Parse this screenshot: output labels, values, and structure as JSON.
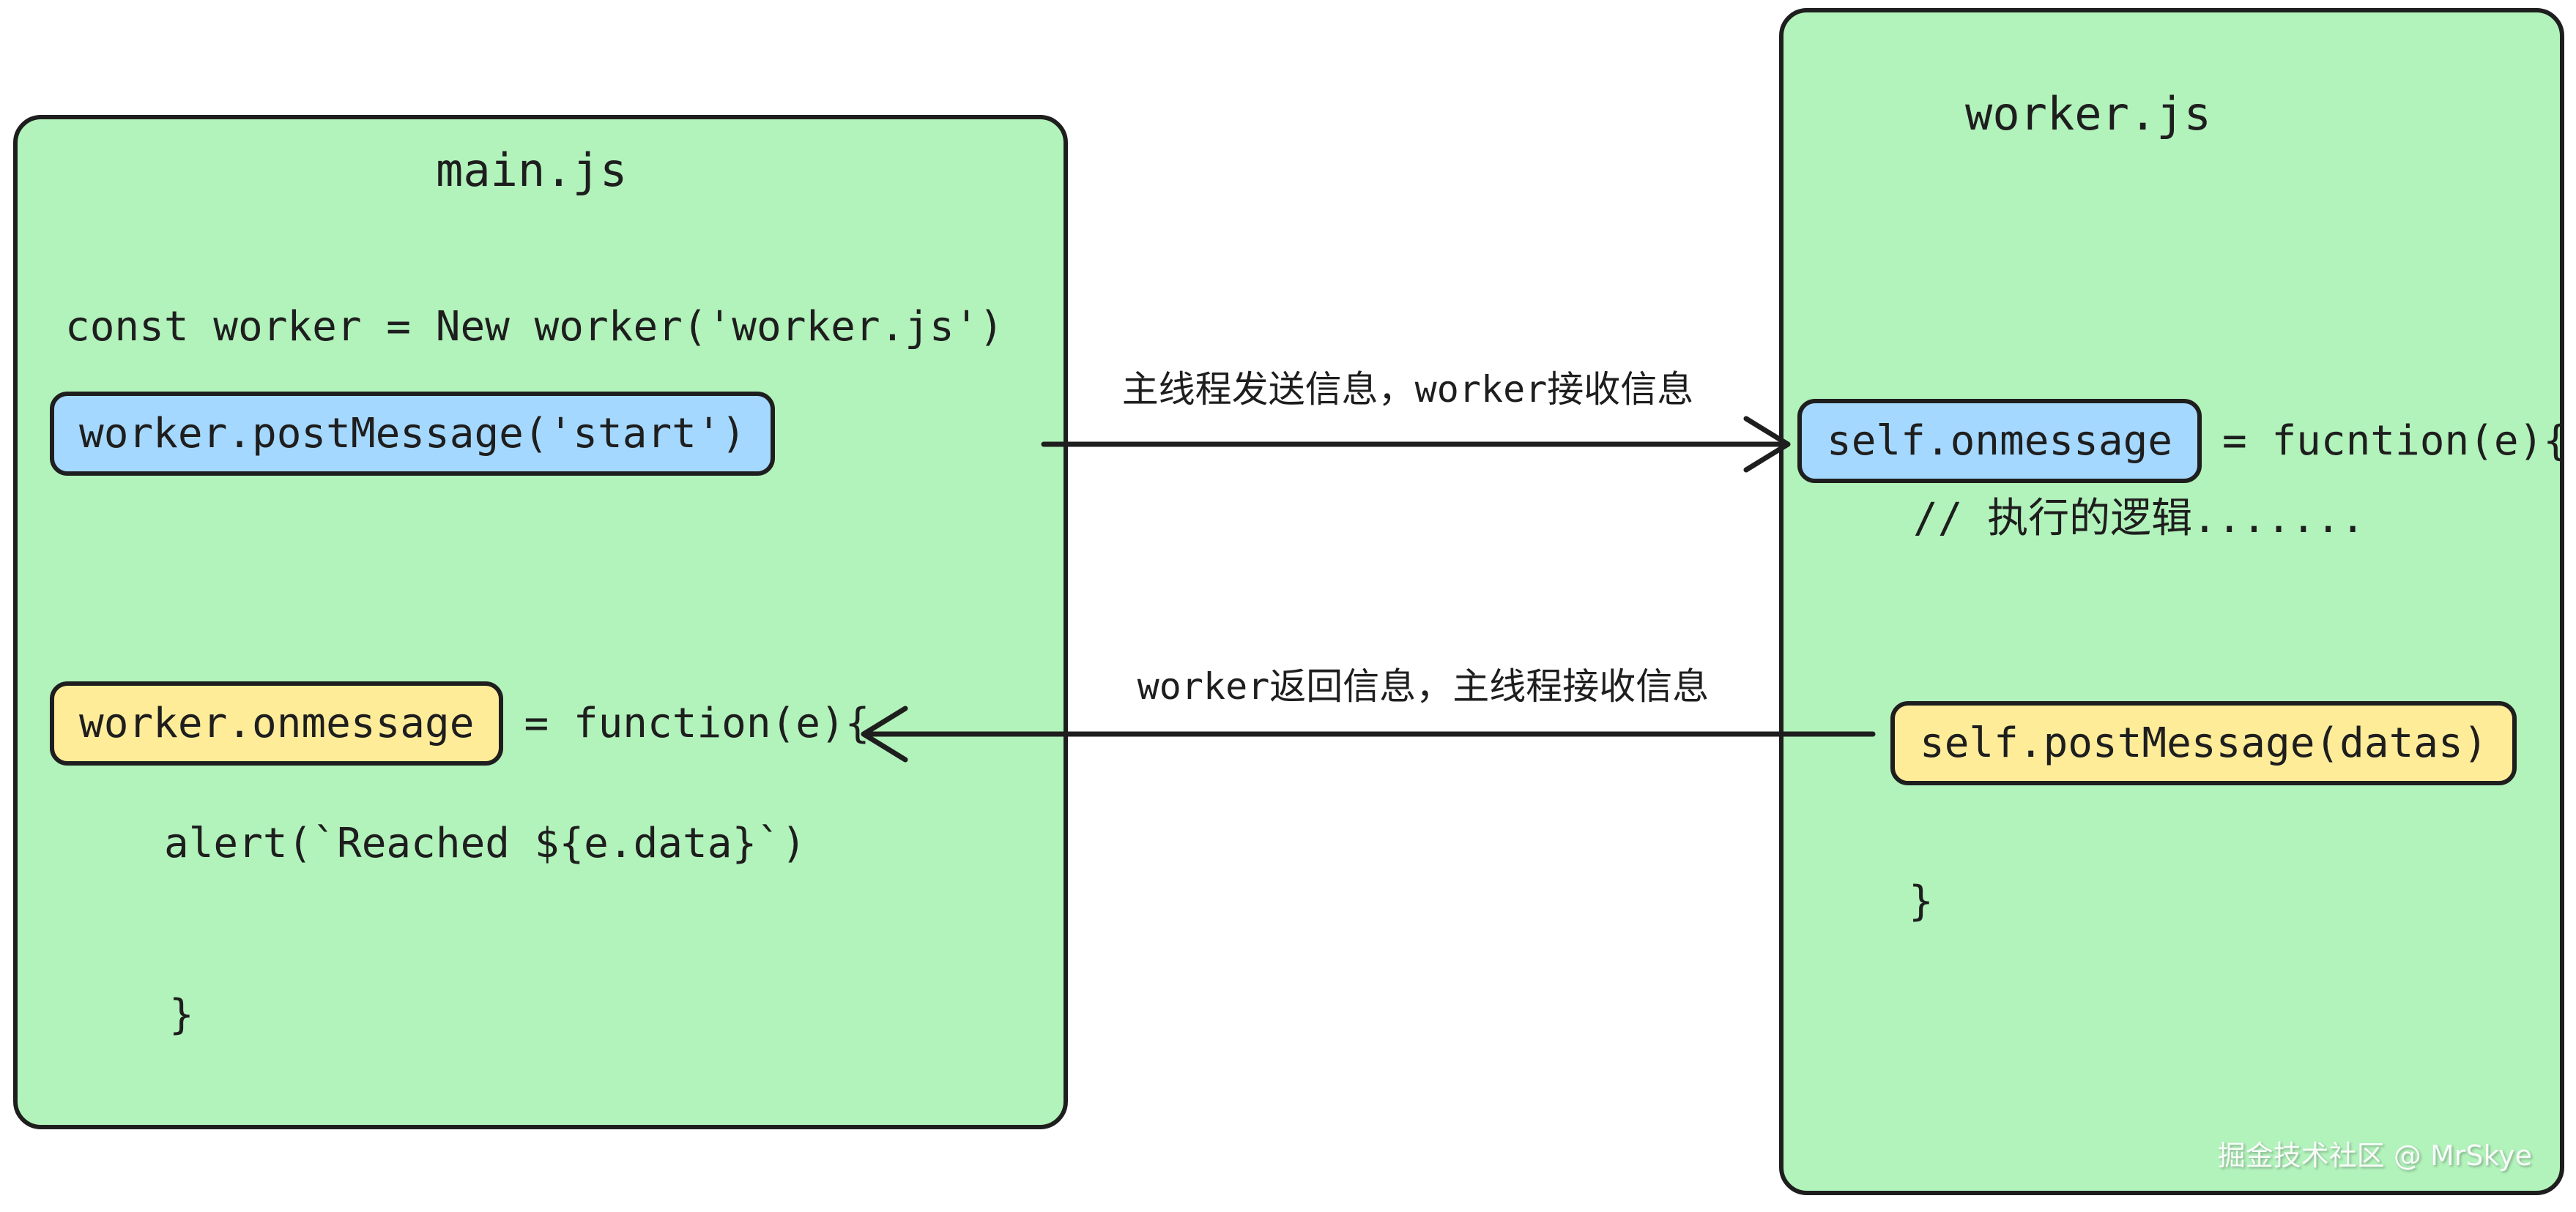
{
  "colors": {
    "background": "#ffffff",
    "panel_fill": "#b2f2bb",
    "stroke": "#1e1e1e",
    "highlight_blue": "#a5d8ff",
    "highlight_yellow": "#ffec99"
  },
  "left_panel": {
    "title": "main.js",
    "const_line": "const worker = New worker('worker.js')",
    "post_message": "worker.postMessage('start')",
    "onmessage_token": "worker.onmessage",
    "onmessage_assignment": "= function(e){",
    "alert_line": "alert(`Reached ${e.data}`)",
    "closing_brace": "}"
  },
  "right_panel": {
    "title": "worker.js",
    "onmessage_token": "self.onmessage",
    "onmessage_assignment": "= fucntion(e){",
    "comment_line": "// 执行的逻辑.......",
    "post_message": "self.postMessage(datas)",
    "closing_brace": "}"
  },
  "arrows": {
    "send": {
      "label": "主线程发送信息，worker接收信息"
    },
    "receive": {
      "label": "worker返回信息，主线程接收信息"
    }
  },
  "watermark": "掘金技术社区 @ MrSkye"
}
